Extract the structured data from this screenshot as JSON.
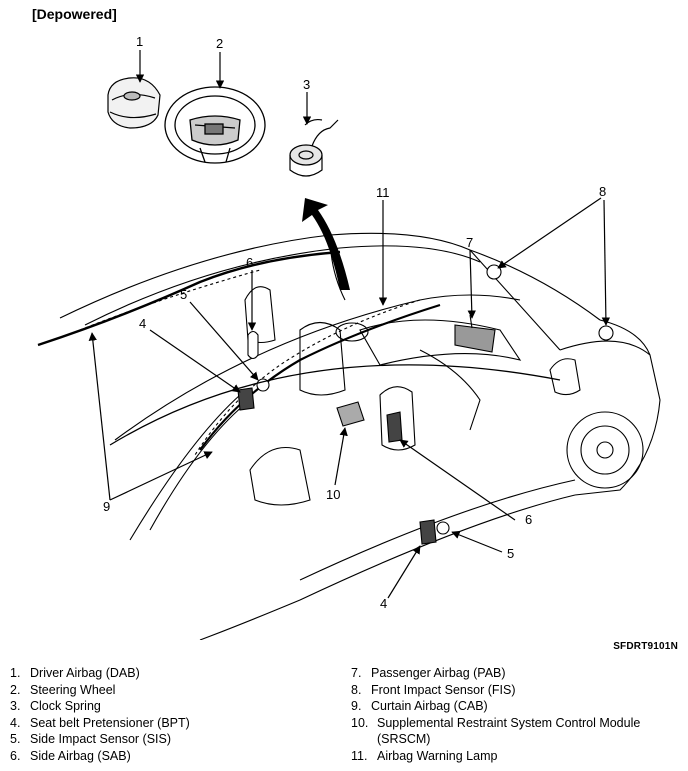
{
  "header": "[Depowered]",
  "figure_code": "SFDRT9101N",
  "callouts": [
    "1",
    "2",
    "3",
    "4",
    "5",
    "6",
    "7",
    "8",
    "9",
    "10",
    "11",
    "6",
    "5",
    "4"
  ],
  "legend_left": [
    {
      "num": "1.",
      "text": "Driver Airbag (DAB)"
    },
    {
      "num": "2.",
      "text": "Steering Wheel"
    },
    {
      "num": "3.",
      "text": "Clock Spring"
    },
    {
      "num": "4.",
      "text": "Seat belt Pretensioner (BPT)"
    },
    {
      "num": "5.",
      "text": "Side Impact Sensor (SIS)"
    },
    {
      "num": "6.",
      "text": "Side Airbag (SAB)"
    }
  ],
  "legend_right": [
    {
      "num": "7.",
      "text": "Passenger Airbag (PAB)"
    },
    {
      "num": "8.",
      "text": "Front Impact Sensor (FIS)"
    },
    {
      "num": "9.",
      "text": "Curtain Airbag (CAB)"
    },
    {
      "num": "10.",
      "text": "Supplemental Restraint System Control Module (SRSCM)"
    },
    {
      "num": "11.",
      "text": "Airbag Warning Lamp"
    }
  ]
}
